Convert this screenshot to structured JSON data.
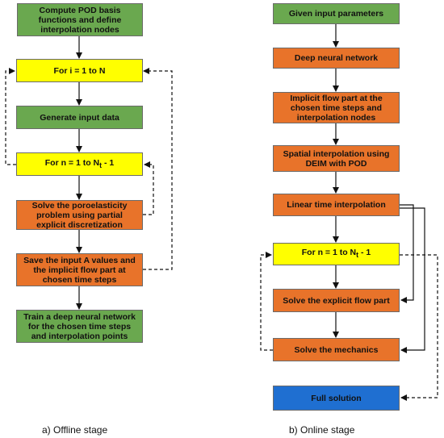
{
  "colors": {
    "green": "#6aa84f",
    "orange": "#e8732a",
    "yellow": "#ffff00",
    "blue": "#1f6fd1",
    "arrow": "#111111"
  },
  "offline": {
    "caption": "a) Offline stage",
    "nodes": [
      {
        "id": "compute-pod",
        "color": "green",
        "text": "Compute POD basis\nfunctions and define\ninterpolation nodes"
      },
      {
        "id": "for-i",
        "color": "yellow",
        "text": "For i = 1 to N"
      },
      {
        "id": "generate-input",
        "color": "green",
        "text": "Generate input data"
      },
      {
        "id": "for-n",
        "color": "yellow",
        "text_pre": "For n = 1 to N",
        "text_sub": "t",
        "text_post": " - 1"
      },
      {
        "id": "solve-poro",
        "color": "orange",
        "text": "Solve the poroelasticity\nproblem using partial\nexplicit discretization"
      },
      {
        "id": "save-input",
        "color": "orange",
        "text": "Save the input A values and\nthe implicit flow part at\nchosen time steps"
      },
      {
        "id": "train-dnn",
        "color": "green",
        "text": "Train a deep neural network\nfor the chosen time steps\nand interpolation points"
      }
    ]
  },
  "online": {
    "caption": "b) Online stage",
    "nodes": [
      {
        "id": "given-input",
        "color": "green",
        "text": "Given input parameters"
      },
      {
        "id": "deep-nn",
        "color": "orange",
        "text": "Deep neural network"
      },
      {
        "id": "implicit-flow",
        "color": "orange",
        "text": "Implicit flow part at the\nchosen time steps and\ninterpolation nodes"
      },
      {
        "id": "spatial-interp",
        "color": "orange",
        "text": "Spatial interpolation using\nDEIM with POD"
      },
      {
        "id": "linear-time",
        "color": "orange",
        "text": "Linear time interpolation"
      },
      {
        "id": "for-n-online",
        "color": "yellow",
        "text_pre": "For n = 1 to N",
        "text_sub": "t",
        "text_post": " - 1"
      },
      {
        "id": "solve-explicit",
        "color": "orange",
        "text": "Solve the explicit flow part"
      },
      {
        "id": "solve-mechanics",
        "color": "orange",
        "text": "Solve the mechanics"
      },
      {
        "id": "full-solution",
        "color": "blue",
        "text": "Full solution"
      }
    ]
  }
}
